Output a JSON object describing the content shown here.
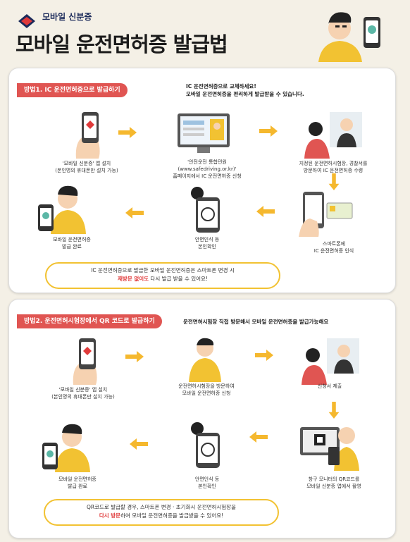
{
  "header": {
    "brand": "모바일 신분증",
    "title": "모바일 운전면허증 발급법"
  },
  "method1": {
    "tag": "방법1. IC 운전면허증으로 발급하기",
    "intro_line1": "IC 운전면허증으로 교체하세요!",
    "intro_line2": "모바일 운전면허증을 편리하게 발급받을 수 있습니다.",
    "steps": [
      {
        "line1": "'모바일 신분증' 앱 설치",
        "line2": "(본인명의 휴대폰만 설치 가능)"
      },
      {
        "line1": "'안전운전 통합민원",
        "line2": "(www.safedriving.or.kr)'",
        "line3": "홈페이지에서 IC 운전면허증 신청"
      },
      {
        "line1": "지정된 운전면허시험장, 경찰서를",
        "line2": "방문하여 IC 운전면허증 수령"
      },
      {
        "line1": "스마트폰에",
        "line2": "IC 운전면허증 인식"
      },
      {
        "line1": "안면인식 등",
        "line2": "본인확인"
      },
      {
        "line1": "모바일 운전면허증",
        "line2": "발급 완료"
      }
    ],
    "note_line1": "IC 운전면허증으로 발급한 모바일 운전면허증은 스마트폰 변경 시",
    "note_red": "재방문 없이도",
    "note_line2_rest": " 다시 발급 받을 수 있어요!"
  },
  "method2": {
    "tag": "방법2. 운전면허시험장에서 QR 코드로 발급하기",
    "intro_line1": "운전면허시험장 직접 방문해서 모바일 운전면허증을 발급가능해요",
    "steps": [
      {
        "line1": "'모바일 신분증' 앱 설치",
        "line2": "(본인명의 휴대폰만 설치 가능)"
      },
      {
        "line1": "운전면허시험장을 방문하여",
        "line2": "모바일 운전면허증 신청"
      },
      {
        "line1": "신청서 제출",
        "line2": ""
      },
      {
        "line1": "창구 모니터의 QR코드를",
        "line2": "모바일 신분증 앱에서 촬영"
      },
      {
        "line1": "안면인식 등",
        "line2": "본인확인"
      },
      {
        "line1": "모바일 운전면허증",
        "line2": "발급 완료"
      }
    ],
    "note_line1": "QR코드로 발급할 경우, 스마트폰 변경 · 초기화시 운전면허시험장을",
    "note_red": "다시 방문",
    "note_line2_rest": "하여 모바일 운전면허증을 발급받을 수 있어요!"
  },
  "colors": {
    "accent_red": "#e05552",
    "arrow_yellow": "#f5b82e",
    "navy": "#1b2a5a"
  }
}
